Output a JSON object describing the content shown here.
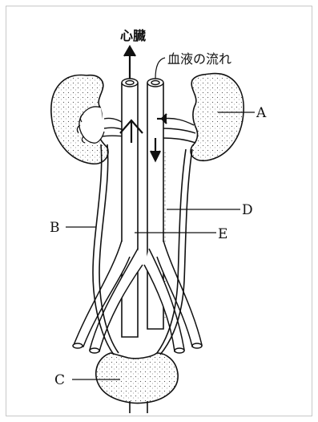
{
  "labels": {
    "heart": "心臓",
    "blood_flow": "血液の流れ",
    "a": "A",
    "b": "B",
    "c": "C",
    "d": "D",
    "e": "E"
  },
  "colors": {
    "ink": "#111111",
    "paper": "#ffffff",
    "frame": "#c8c8c8"
  }
}
